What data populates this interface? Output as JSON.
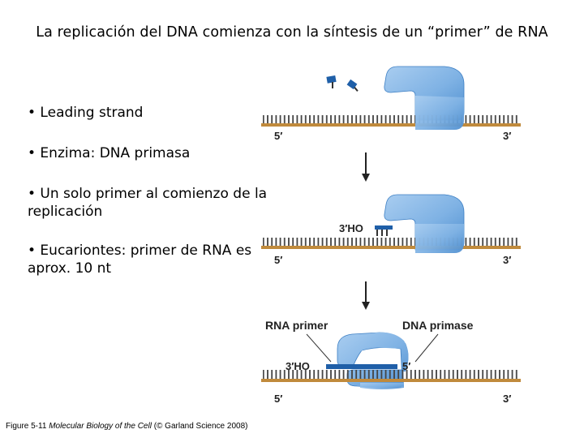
{
  "title": "La replicación del DNA comienza con la síntesis de un “primer” de RNA",
  "bullets": [
    "• Leading strand",
    "• Enzima: DNA primasa",
    "• Un solo primer al comienzo de la replicación",
    "• Eucariontes: primer de RNA es aprox. 10 nt"
  ],
  "figure": {
    "panel1": {
      "five_prime": "5′",
      "three_prime": "3′"
    },
    "panel2": {
      "three_ho": "3′HO",
      "five_prime": "5′",
      "three_prime": "3′"
    },
    "panel3": {
      "rna_primer_label": "RNA primer",
      "dna_primase_label": "DNA primase",
      "three_ho": "3′HO",
      "primer_five_prime": "5′",
      "five_prime": "5′",
      "three_prime": "3′"
    }
  },
  "caption": {
    "prefix": "Figure 5-11  ",
    "italic": "Molecular Biology of the Cell",
    "suffix": " (© Garland Science 2008)"
  },
  "colors": {
    "strand": "#c08a3c",
    "enzyme": "#7fb2e4",
    "enzyme_dark": "#3d7fc4",
    "nucleotide": "#1f5fa8"
  }
}
